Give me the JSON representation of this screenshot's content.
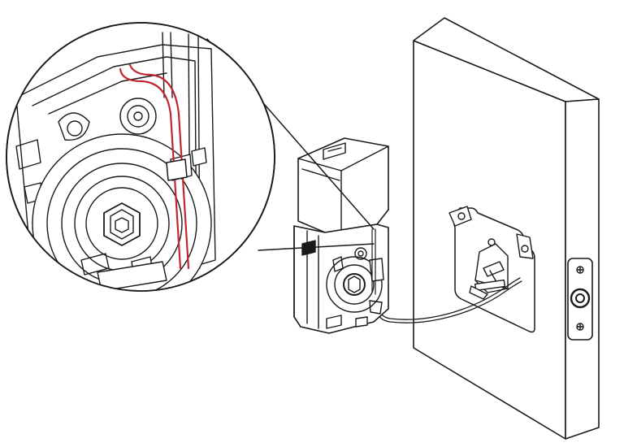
{
  "diagram": {
    "kind": "installation-illustration",
    "line_color": "#1a1a1a",
    "highlight_wire_color": "#c0262d",
    "background": "#ffffff",
    "parts": {
      "callout": "magnified-detail-circle",
      "lock_body": "interior-lock-assembly",
      "door": "door-slab",
      "mounting_plate": "mounting-plate",
      "exterior_latch": "latch-faceplate",
      "cable": "connecting-cable"
    }
  }
}
